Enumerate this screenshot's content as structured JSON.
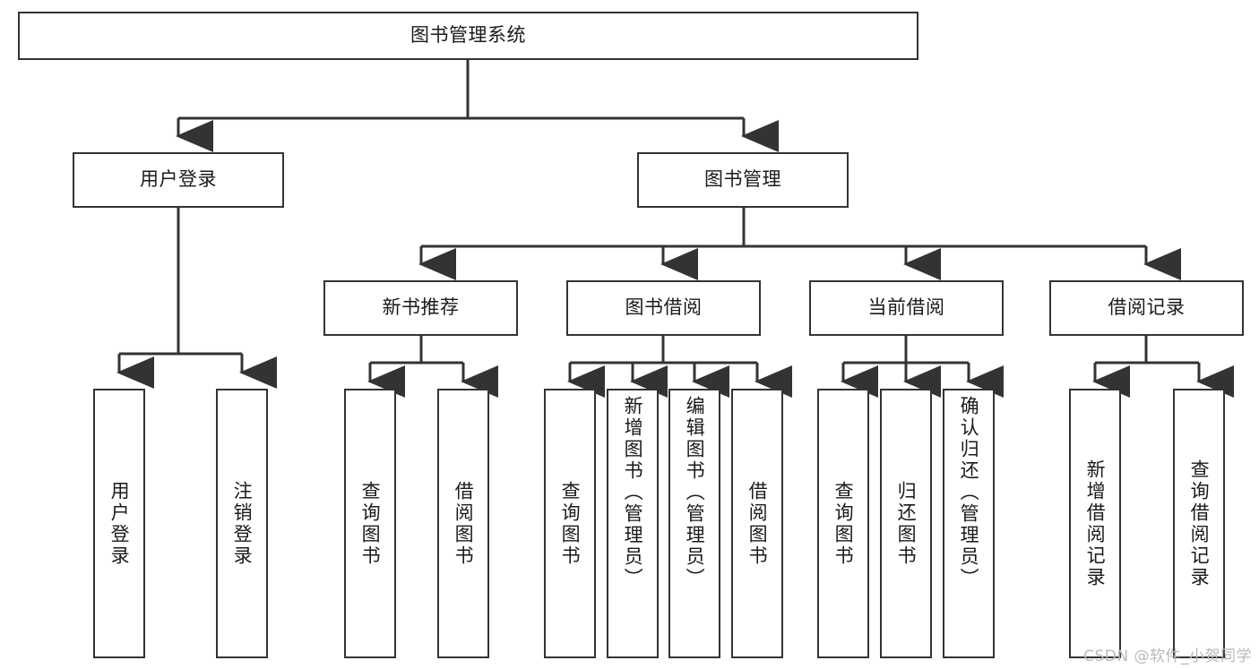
{
  "diagram": {
    "title": "图书管理系统",
    "type": "tree-hierarchy",
    "watermark": "CSDN @软件_小贺同学",
    "colors": {
      "border": "#333333",
      "background": "#ffffff",
      "text": "#1a1a1a",
      "watermark": "#b9b9b9"
    },
    "nodes": {
      "root": {
        "label": "图书管理系统"
      },
      "level2": [
        {
          "label": "用户登录"
        },
        {
          "label": "图书管理"
        }
      ],
      "level3": [
        {
          "label": "新书推荐"
        },
        {
          "label": "图书借阅"
        },
        {
          "label": "当前借阅"
        },
        {
          "label": "借阅记录"
        }
      ],
      "leaves": {
        "user_login": [
          {
            "label": "用户登录"
          },
          {
            "label": "注销登录"
          }
        ],
        "new_book": [
          {
            "label": "查询图书"
          },
          {
            "label": "借阅图书"
          }
        ],
        "book_borrow": [
          {
            "label": "查询图书"
          },
          {
            "label": "新增图书（管理员）"
          },
          {
            "label": "编辑图书（管理员）"
          },
          {
            "label": "借阅图书"
          }
        ],
        "current_borrow": [
          {
            "label": "查询图书"
          },
          {
            "label": "归还图书"
          },
          {
            "label": "确认归还（管理员）"
          }
        ],
        "borrow_record": [
          {
            "label": "新增借阅记录"
          },
          {
            "label": "查询借阅记录"
          }
        ]
      }
    }
  }
}
